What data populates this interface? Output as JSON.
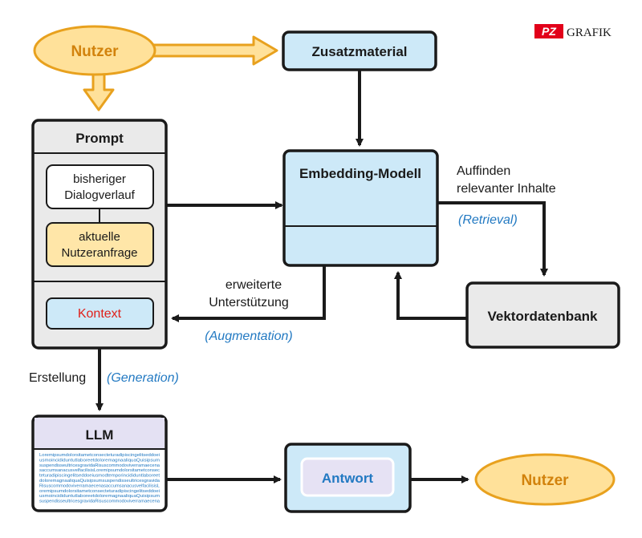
{
  "logo": {
    "brand": "PZ",
    "suffix": "GRAFIK"
  },
  "nodes": {
    "nutzer_top": "Nutzer",
    "zusatzmaterial": "Zusatzmaterial",
    "prompt": {
      "title": "Prompt",
      "history": [
        "bisheriger",
        "Dialogverlauf"
      ],
      "query": [
        "aktuelle",
        "Nutzeranfrage"
      ],
      "context": "Kontext"
    },
    "embedding": "Embedding-Modell",
    "vektordatenbank": "Vektordatenbank",
    "llm": {
      "title": "LLM",
      "text_lines": [
        "Loremipsumdolorsitametconsecteturadipiscingelitseddoei",
        "usmoincididuntutlaboreetdoloremagnaaliquaQuisipsum",
        "suspendisseultricesgravidaRisuscommodoviverramaecena",
        "saccumsanacusvelfacilisisLoremipsumdolorsitametconsec",
        "teturadipiscingelitseddoeiusmodtemporincididuntlaboreet",
        "doloremagnaaliquaQuisipsumsuspendisseultricesgravida",
        "RisuscommodoviverramaecenasaccumsanacusvelfacilisisL",
        "oremipsumdolorsitametconsecteturadipiscingelitseddoei",
        "usmoincididuntutlaboreetdoloremagnaaliquaQuisipsum",
        "suspendisseultricesgravidaRisuscommodoviverramaecena"
      ]
    },
    "antwort": "Antwort",
    "nutzer_bottom": "Nutzer"
  },
  "labels": {
    "retrieval_text": [
      "Auffinden",
      "relevanter Inhalte"
    ],
    "retrieval_term": "(Retrieval)",
    "augmentation_text": [
      "erweiterte",
      "Unterstützung"
    ],
    "augmentation_term": "(Augmentation)",
    "generation_text": "Erstellung",
    "generation_term": "(Generation)"
  },
  "colors": {
    "ellipse_fill": "#ffe19a",
    "ellipse_stroke": "#e8a11e",
    "ellipse_text": "#d2820c",
    "blue_fill": "#cde9f8",
    "gray_fill": "#eaeaea",
    "query_fill": "#ffe6a8",
    "llm_header": "#e4e1f3",
    "antwort_inner": "#e6e2f4",
    "context_text": "#e0201a",
    "term_blue": "#2279c2",
    "logo_red": "#e2001a",
    "stroke": "#1a1a1a"
  }
}
